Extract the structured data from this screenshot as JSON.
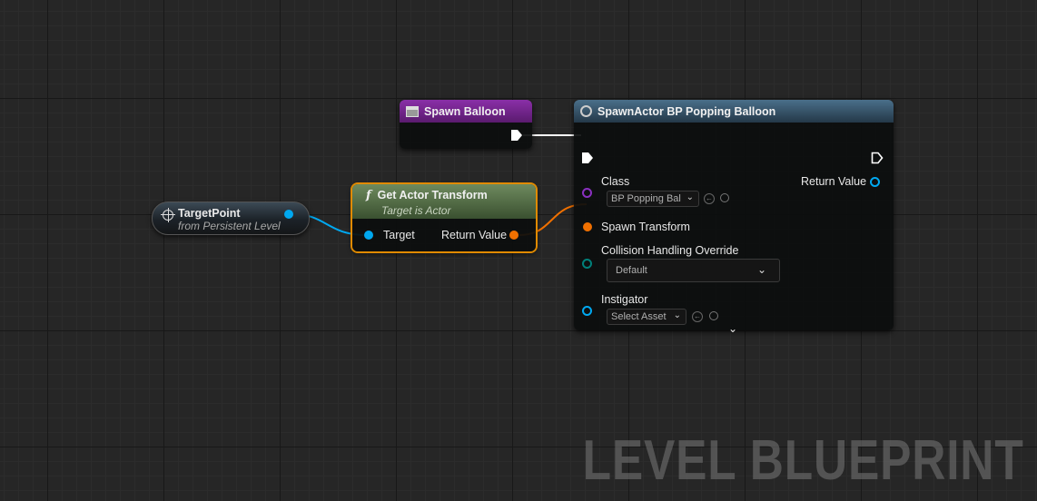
{
  "watermark": "LEVEL BLUEPRINT",
  "colors": {
    "exec": "#ffffff",
    "object": "#00a8f0",
    "transform": "#f07000",
    "class": "#8a30c0",
    "enum": "#00807a",
    "selection": "#e08a00"
  },
  "event_node": {
    "title": "Spawn Balloon",
    "icon": "event-icon"
  },
  "spawn_node": {
    "title": "SpawnActor BP Popping Balloon",
    "icon": "spawn-actor-icon",
    "pins": {
      "class_label": "Class",
      "class_value": "BP Popping Bal",
      "return_label": "Return Value",
      "spawn_transform_label": "Spawn Transform",
      "collision_label": "Collision Handling Override",
      "collision_value": "Default",
      "instigator_label": "Instigator",
      "instigator_value": "Select Asset"
    }
  },
  "target_node": {
    "title": "TargetPoint",
    "subtitle": "from Persistent Level",
    "icon": "crosshair-icon"
  },
  "transform_node": {
    "title": "Get Actor Transform",
    "subtitle": "Target is Actor",
    "icon": "function-icon",
    "target_label": "Target",
    "return_label": "Return Value"
  }
}
